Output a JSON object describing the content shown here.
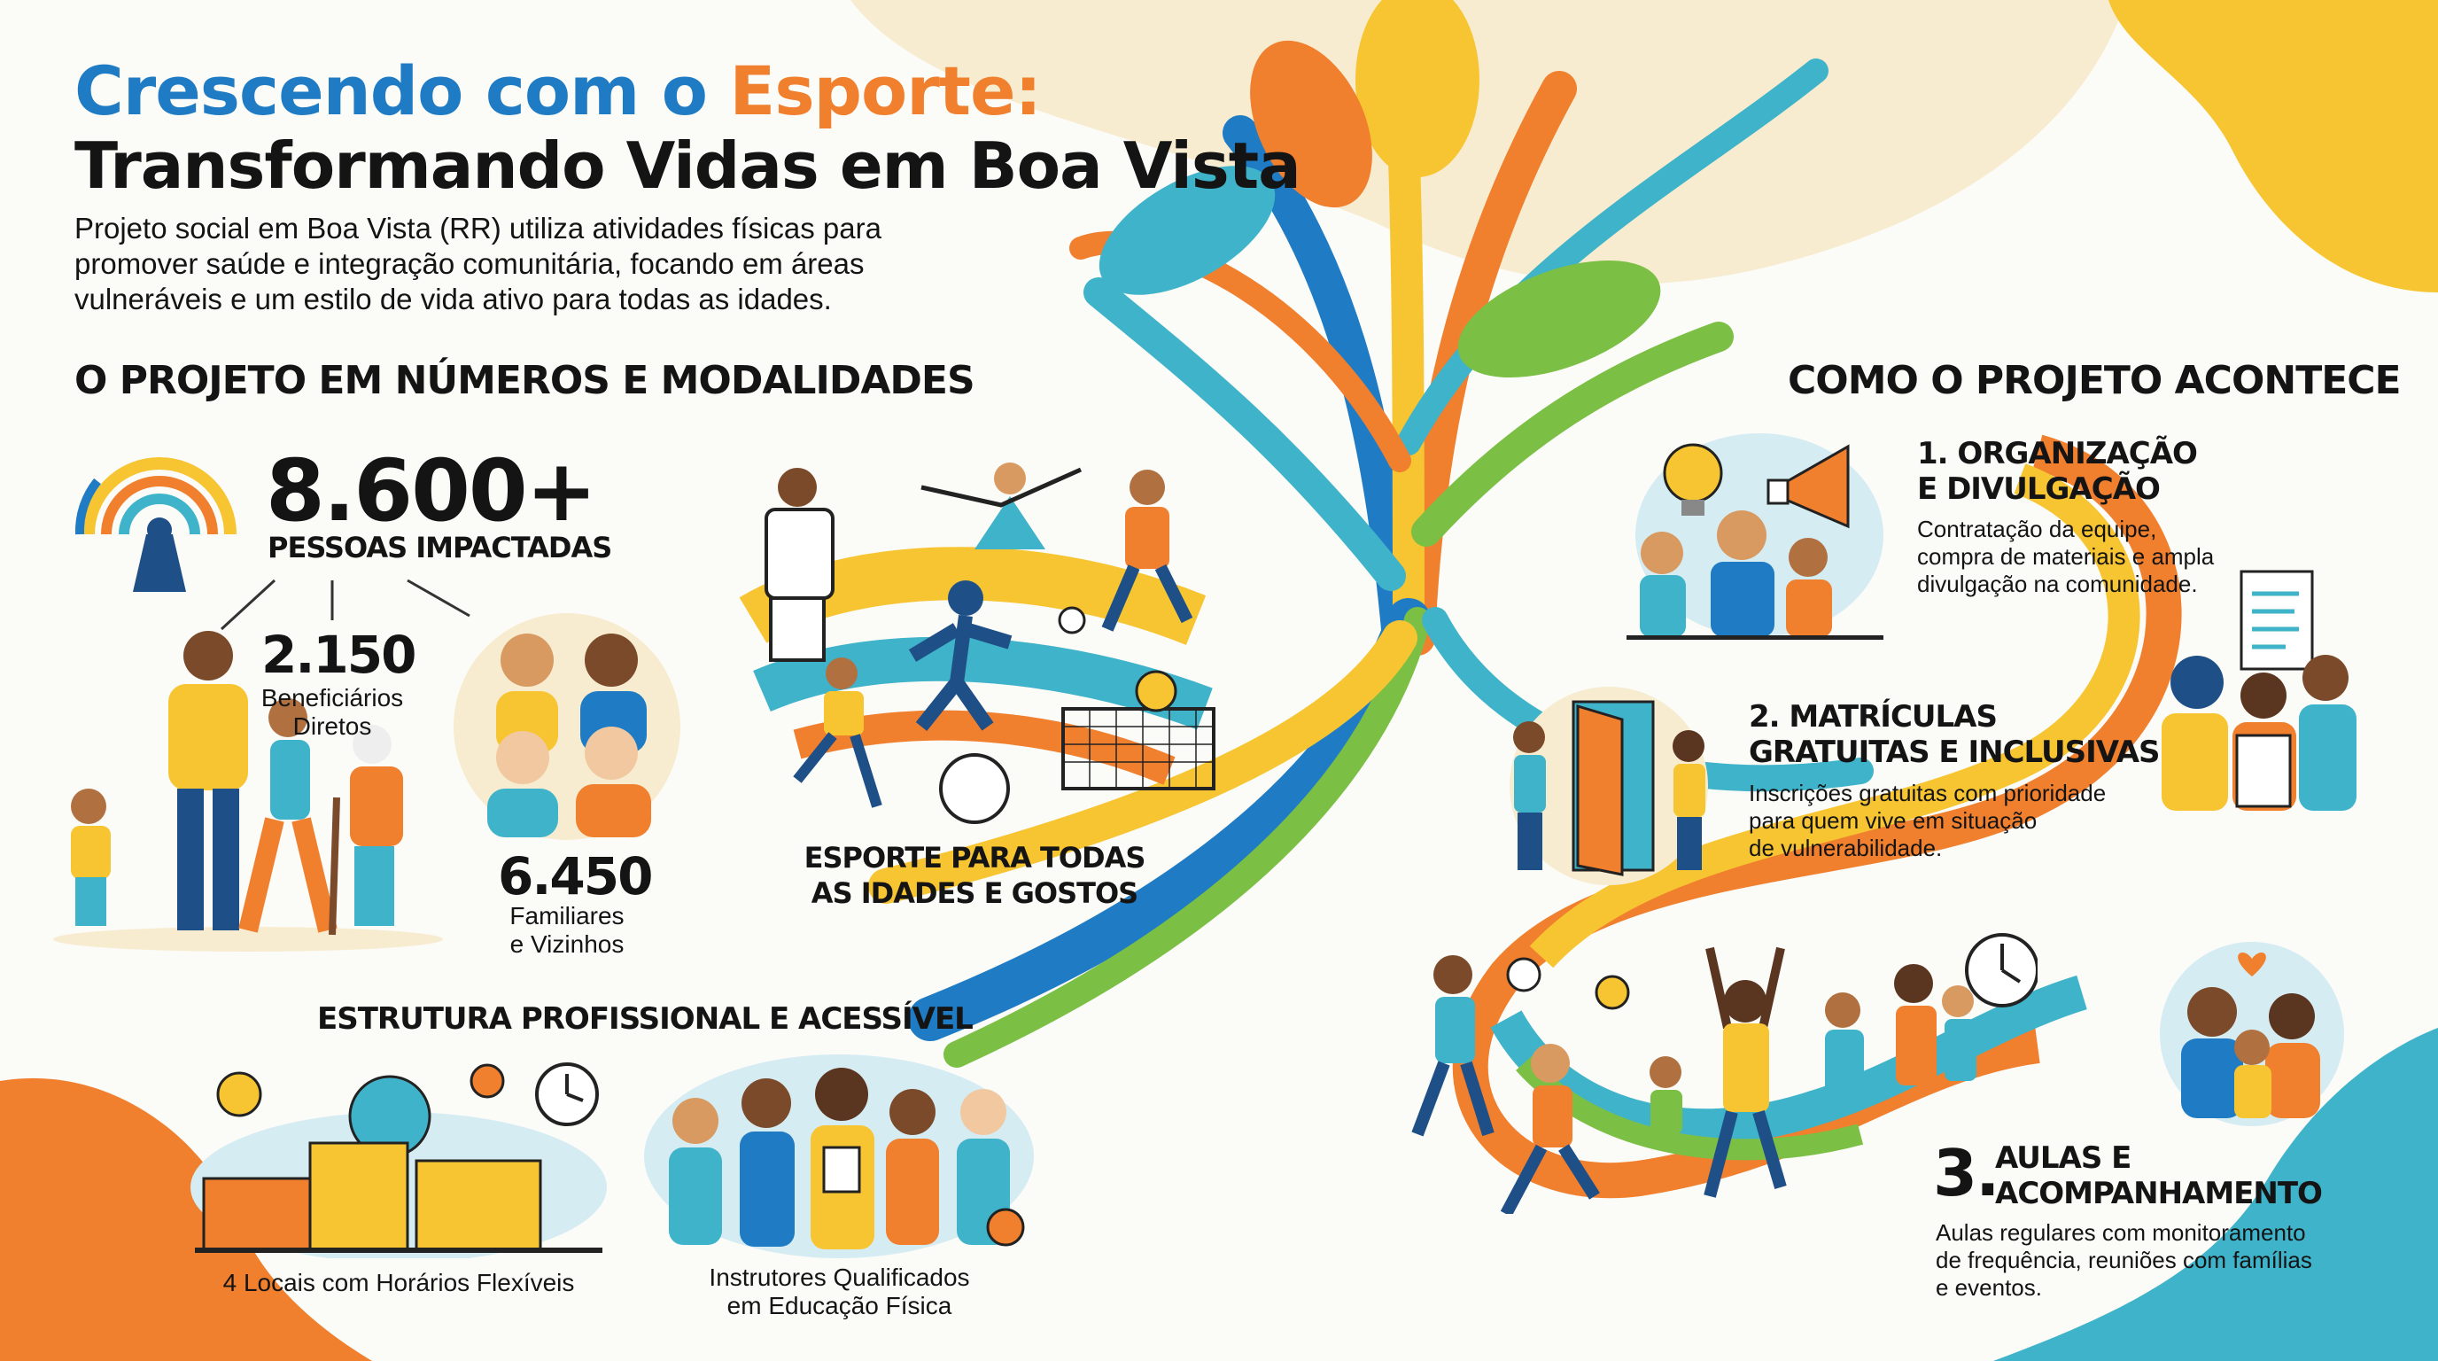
{
  "header": {
    "title_part1": "Crescendo com o",
    "title_part2": "Esporte:",
    "title_line2": "Transformando Vidas em Boa Vista",
    "intro": "Projeto social em Boa Vista (RR) utiliza atividades físicas para promover saúde e integração comunitária, focando em áreas vulneráveis e um estilo de vida ativo para todas as idades."
  },
  "numbers": {
    "heading": "O PROJETO EM NÚMEROS E MODALIDADES",
    "total": "8.600+",
    "total_label": "PESSOAS IMPACTADAS",
    "direct": "2.150",
    "direct_label_1": "Beneficiários",
    "direct_label_2": "Diretos",
    "family": "6.450",
    "family_label_1": "Familiares",
    "family_label_2": "e Vizinhos",
    "sports_label_1": "ESPORTE PARA TODAS",
    "sports_label_2": "AS IDADES E GOSTOS"
  },
  "structure": {
    "heading": "ESTRUTURA PROFISSIONAL E ACESSÍVEL",
    "locations": "4 Locais com Horários Flexíveis",
    "instructors_1": "Instrutores Qualificados",
    "instructors_2": "em Educação Física"
  },
  "process": {
    "heading": "COMO O PROJETO ACONTECE",
    "steps": [
      {
        "title_1": "1. ORGANIZAÇÃO",
        "title_2": "E DIVULGAÇÃO",
        "desc_1": "Contratação da equipe,",
        "desc_2": "compra de materiais e ampla",
        "desc_3": "divulgação na comunidade."
      },
      {
        "title_1": "2. MATRÍCULAS",
        "title_2": "GRATUITAS E INCLUSIVAS",
        "desc_1": "Inscrições gratuitas com prioridade",
        "desc_2": "para quem vive em situação",
        "desc_3": "de vulnerabilidade."
      },
      {
        "number": "3.",
        "title_1": "AULAS E",
        "title_2": "ACOMPANHAMENTO",
        "desc_1": "Aulas regulares com monitoramento",
        "desc_2": "de frequência, reuniões com famílias",
        "desc_3": "e eventos."
      }
    ]
  },
  "colors": {
    "blue": "#1f7cc4",
    "orange": "#f07f2e",
    "yellow": "#f7c531",
    "teal": "#3fb3c9",
    "green": "#7cbf45"
  }
}
